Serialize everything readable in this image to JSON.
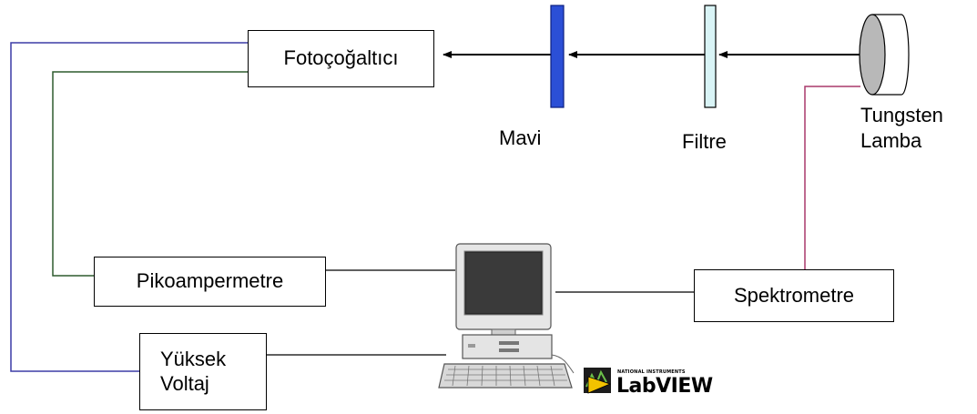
{
  "components": {
    "fotocogaltici": "Fotoçoğaltıcı",
    "pikoampermetre": "Pikoampermetre",
    "yuksek_voltaj": [
      "Yüksek",
      "Voltaj"
    ],
    "spektrometre": "Spektrometre"
  },
  "optics": {
    "mavi": "Mavi",
    "filtre": "Filtre",
    "tungsten_lamba": [
      "Tungsten",
      "Lamba"
    ]
  },
  "logo": {
    "brand": "LabVIEW",
    "maker": "NATIONAL INSTRUMENTS"
  },
  "colors": {
    "blue_filter": "#2B4FD6",
    "light_filter": "#D9F4F6",
    "lamp_fill": "#B8B8B8",
    "wire_blue": "#3B3BA6",
    "wire_green": "#2E5B2E",
    "wire_magenta": "#A8386B"
  }
}
